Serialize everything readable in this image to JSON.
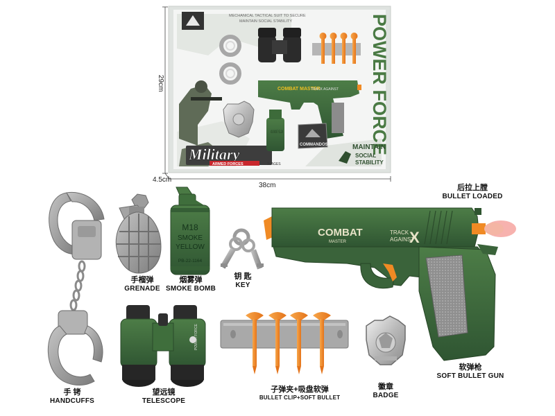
{
  "box": {
    "top_text": "MECHANICAL TACTICAL SUIT TO SECURE",
    "top_text2": "MAINTAIN SOCIAL STABILITY",
    "side_title": "POWER FORCE",
    "logo_main": "Military",
    "logo_sub": "ARMED FORCES",
    "age": "3+AGES",
    "maintain_1": "MAINTAIN",
    "maintain_2": "SOCIAL",
    "maintain_3": "STABILITY",
    "mini_grenade_text": "M18 SMOKE YELLOW",
    "mini_badge_text": "COMMANDOS",
    "mini_gun_text": "COMBAT MASTER",
    "mini_gun_text2": "TRACK AGAINST"
  },
  "dimensions": {
    "height": "29cm",
    "width": "38cm",
    "depth": "4.5cm"
  },
  "items": {
    "grenade": {
      "zh": "手榴弹",
      "en": "GRENADE"
    },
    "smoke_bomb": {
      "zh": "烟雾弹",
      "en": "SMOKE BOMB",
      "print_1": "M18",
      "print_2": "SMOKE",
      "print_3": "YELLOW",
      "print_4": "PB-22-1164"
    },
    "key": {
      "zh": "钥 匙",
      "en": "KEY"
    },
    "handcuffs": {
      "zh": "手 铐",
      "en": "HANDCUFFS"
    },
    "telescope": {
      "zh": "望远镜",
      "en": "TELESCOPE",
      "print": "POWER FORCE"
    },
    "bullets": {
      "zh": "子弹夹+吸盘软弹",
      "en": "BULLET CLIP+SOFT BULLET"
    },
    "badge": {
      "zh": "徽章",
      "en": "BADGE"
    },
    "gun": {
      "zh": "软弹枪",
      "en": "SOFT BULLET GUN",
      "print_1": "COMBAT",
      "print_2": "MASTER",
      "print_3": "TRACK",
      "print_4": "AGAINST",
      "print_x": "X"
    },
    "bullet_loaded": {
      "zh": "后拉上膛",
      "en": "BULLET LOADED"
    }
  },
  "colors": {
    "army_green": "#3e6a3c",
    "army_green_dark": "#2d5030",
    "grey": "#9a9a9a",
    "orange": "#f08a24",
    "box_frame": "#e9ecea"
  }
}
